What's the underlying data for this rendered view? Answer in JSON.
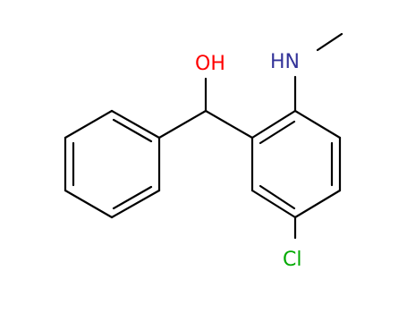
{
  "molecule": {
    "atoms": {
      "oh": {
        "text": "OH",
        "color": "#ff0000"
      },
      "nh": {
        "text": "HN",
        "color": "#333399"
      },
      "cl": {
        "text": "Cl",
        "color": "#00aa00"
      }
    },
    "bond_color": "#000000"
  }
}
